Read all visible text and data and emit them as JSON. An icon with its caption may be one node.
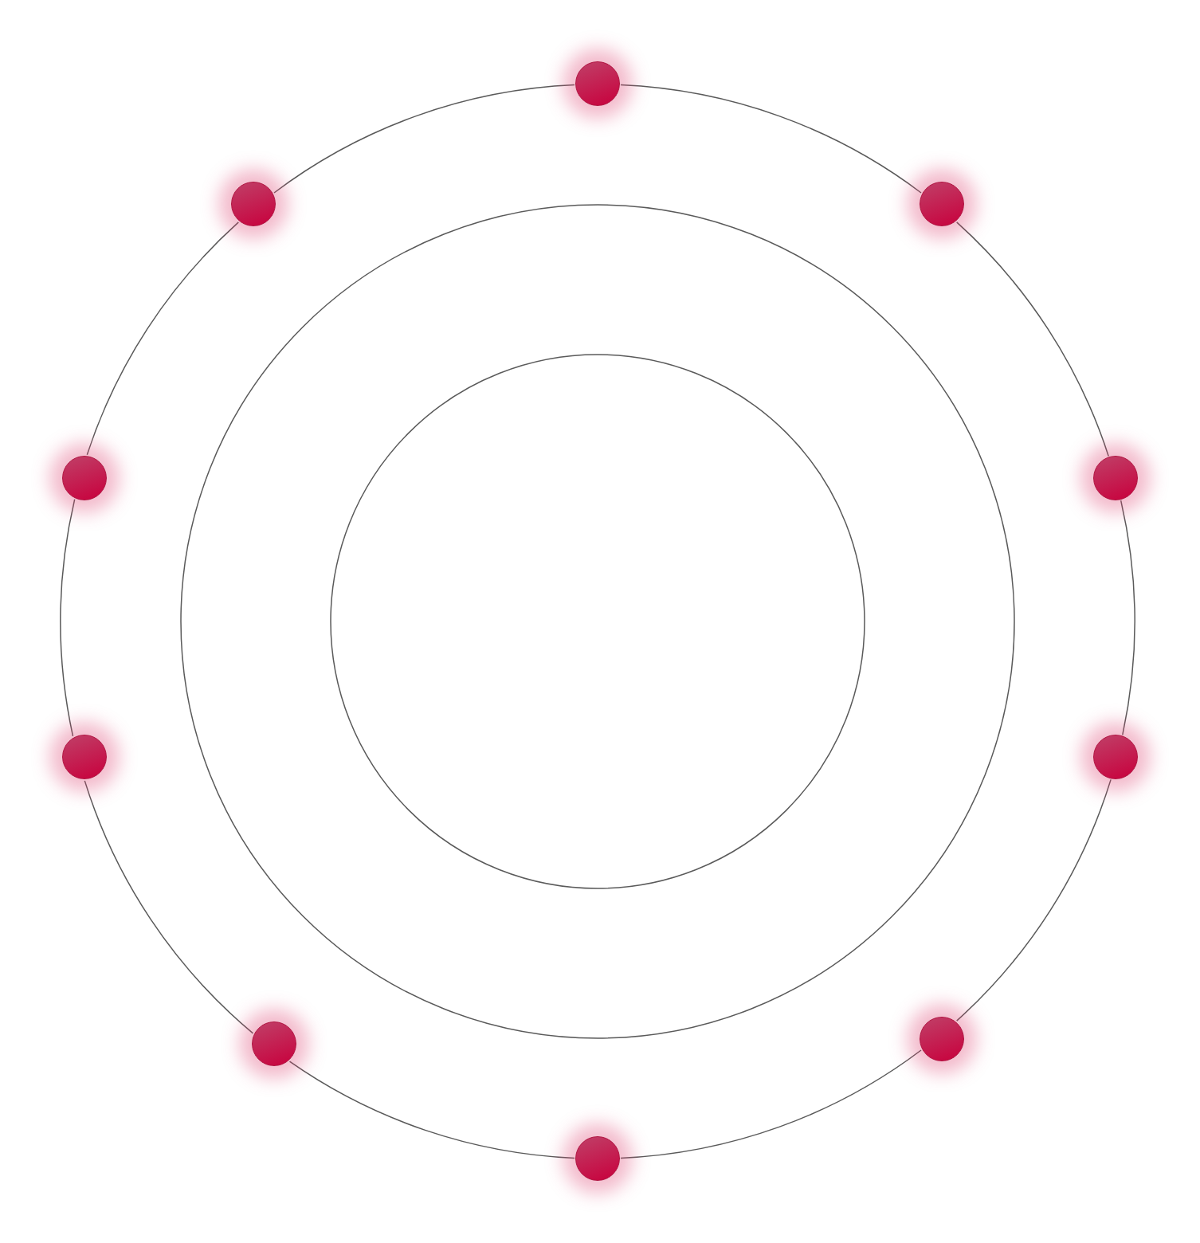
{
  "diagram": {
    "nodes": [
      {
        "text": [],
        "shape": "circle"
      },
      {
        "text": [],
        "shape": "circle"
      },
      {
        "text": [],
        "shape": "circle"
      },
      {
        "text": [],
        "shape": "circle"
      },
      {
        "text": [],
        "shape": "circle"
      },
      {
        "text": [],
        "shape": "circle"
      },
      {
        "text": [],
        "shape": "circle"
      },
      {
        "text": [],
        "shape": "circle"
      },
      {
        "text": [],
        "shape": "circle"
      },
      {
        "text": [],
        "shape": "circle"
      }
    ],
    "edges": [
      {
        "from": 0,
        "to": 2,
        "arrow": "none"
      },
      {
        "from": 2,
        "to": 4,
        "arrow": "none"
      },
      {
        "from": 4,
        "to": 6,
        "arrow": "none"
      },
      {
        "from": 6,
        "to": 7,
        "arrow": "none"
      },
      {
        "from": 7,
        "to": 9,
        "arrow": "none"
      },
      {
        "from": 9,
        "to": 8,
        "arrow": "none"
      },
      {
        "from": 8,
        "to": 5,
        "arrow": "none"
      },
      {
        "from": 5,
        "to": 3,
        "arrow": "none"
      },
      {
        "from": 3,
        "to": 1,
        "arrow": "none"
      },
      {
        "from": 1,
        "to": 0,
        "arrow": "none"
      }
    ]
  }
}
